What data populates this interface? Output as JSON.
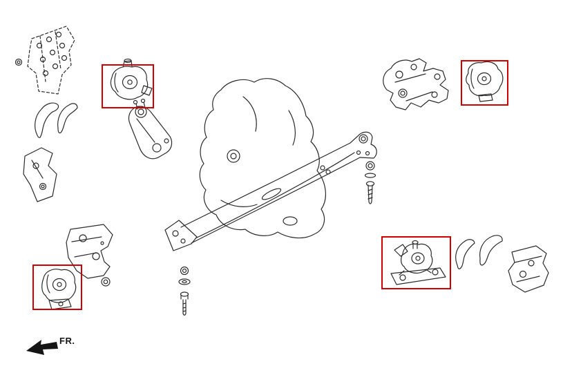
{
  "labels": {
    "fr": "FR."
  },
  "colors": {
    "highlight": "#d40000",
    "line": "#2b2b2b",
    "background": "#ffffff"
  },
  "diagram": {
    "type": "exploded-parts-line-diagram",
    "subject": "engine and transmission mount assembly",
    "highlighted_part_count": 4,
    "highlighted_parts": [
      {
        "id": "engine-mount",
        "location": "upper-left"
      },
      {
        "id": "engine-mount",
        "location": "upper-right"
      },
      {
        "id": "engine-mount",
        "location": "lower-left"
      },
      {
        "id": "engine-mount",
        "location": "lower-right"
      }
    ]
  }
}
